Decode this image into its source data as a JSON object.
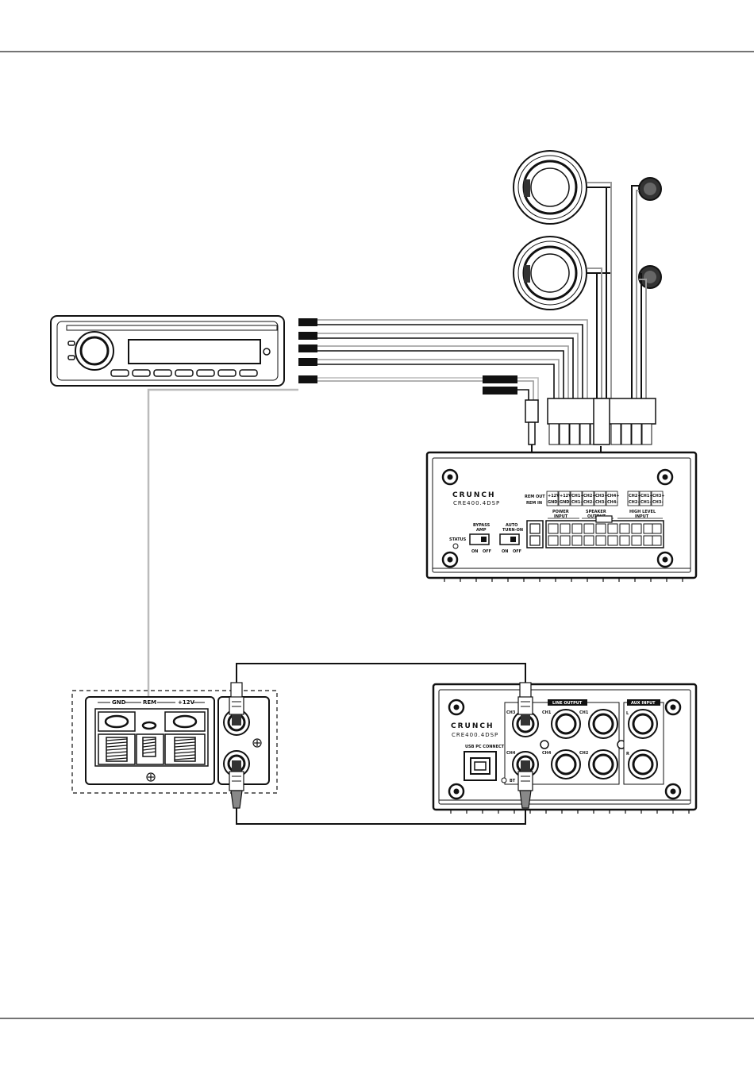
{
  "amplifier_top": {
    "brand": "CRUNCH",
    "model": "CRE400.4DSP",
    "rem_out": "REM OUT",
    "rem_in": "REM IN",
    "status": "STATUS",
    "bypass_line1": "BYPASS",
    "bypass_line2": "AMP",
    "auto_line1": "AUTO",
    "auto_line2": "TURN-ON",
    "on": "ON",
    "off": "OFF",
    "power_input_line1": "POWER",
    "power_input_line2": "INPUT",
    "speaker_output_line1": "SPEAKER",
    "speaker_output_line2": "OUTPUT",
    "high_level_input_line1": "HIGH LEVEL",
    "high_level_input_line2": "INPUT",
    "terminals_top": [
      "+12V",
      "+12V",
      "CH1+",
      "CH2+",
      "CH3+",
      "CH4+",
      "CH2+",
      "CH1+",
      "CH3+"
    ],
    "terminals_bottom": [
      "GND",
      "GND",
      "CH1-",
      "CH2-",
      "CH3-",
      "CH4-",
      "CH2-",
      "CH1-",
      "CH3-"
    ]
  },
  "amplifier_bottom": {
    "brand": "CRUNCH",
    "model": "CRE400.4DSP",
    "line_output": "LINE OUTPUT",
    "aux_input": "AUX INPUT",
    "usb": "USB PC CONNECT",
    "ch3": "CH3",
    "ch1": "CH1",
    "ch4": "CH4",
    "ch2": "CH2",
    "left": "L",
    "right": "R",
    "bt": "BT"
  },
  "power_block": {
    "gnd": "GND",
    "rem": "REM",
    "plus12v": "+12V"
  }
}
